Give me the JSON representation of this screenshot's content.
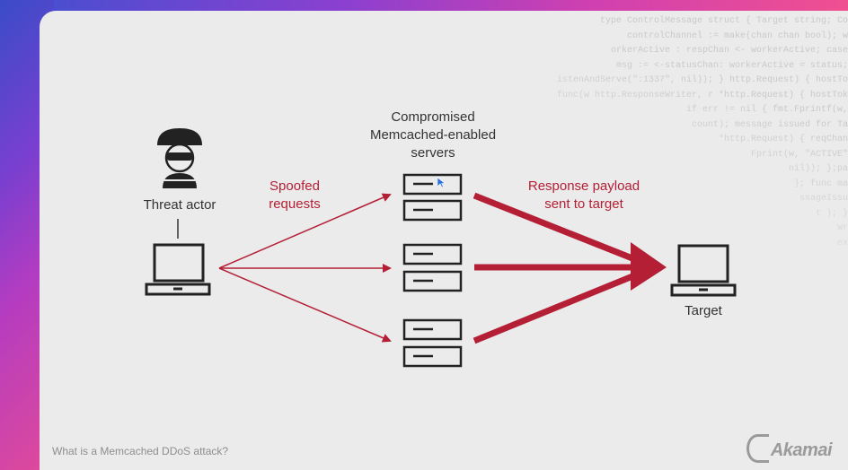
{
  "labels": {
    "threat_actor": "Threat actor",
    "spoofed_requests": [
      "Spoofed",
      "requests"
    ],
    "servers_title": [
      "Compromised",
      "Memcached-enabled",
      "servers"
    ],
    "response_payload": [
      "Response payload",
      "sent to target"
    ],
    "target": "Target"
  },
  "caption": "What is a Memcached DDoS attack?",
  "brand": "Akamai",
  "code_lines": [
    "type ControlMessage struct { Target string; Co",
    "controlChannel := make(chan chan bool); w",
    "orkerActive : respChan <- workerActive; case",
    "msg := <-statusChan: workerActive = status;",
    "istenAndServe(\":1337\", nil)); } http.Request) { hostTo",
    "func(w http.ResponseWriter, r *http.Request) { hostTok",
    "if err != nil { fmt.Fprintf(w,",
    "count); message issued for Ta",
    "*http.Request) { reqChan",
    "Fprint(w, \"ACTIVE\"",
    "nil)); };pa",
    "}; func ma",
    "ssageIssu",
    "t ); }",
    "Wr",
    "ex"
  ],
  "colors": {
    "arrow_red": "#b41f35",
    "slide_bg": "#ebebeb",
    "icon_stroke": "#222222"
  }
}
